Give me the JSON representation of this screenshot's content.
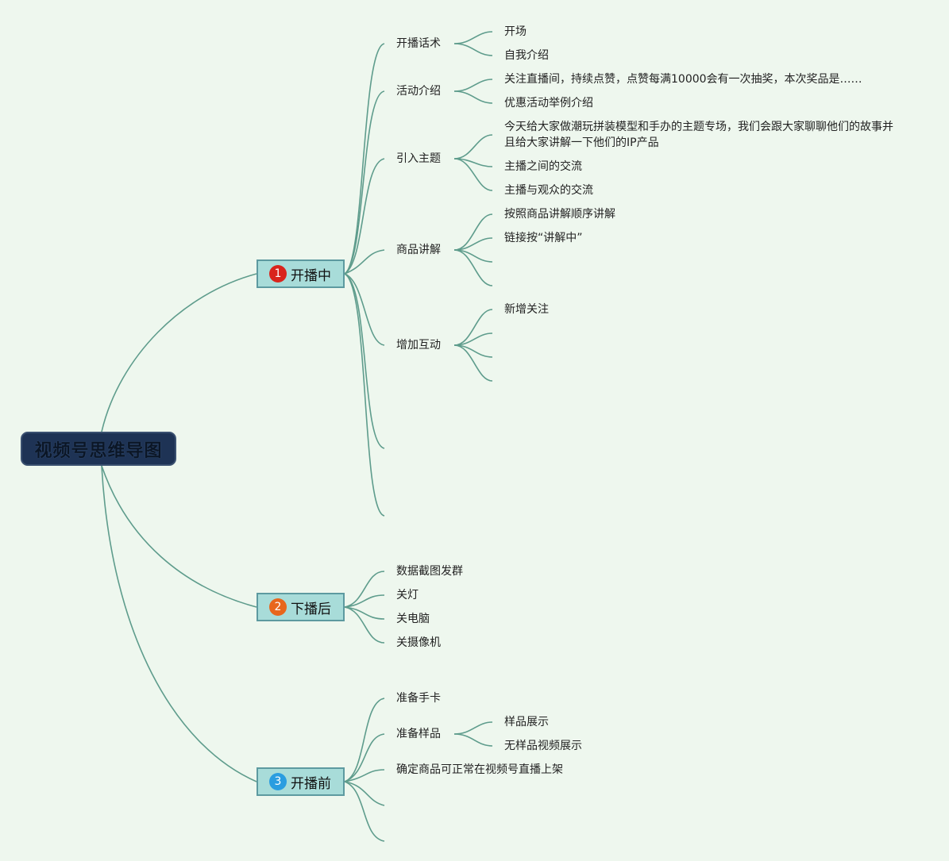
{
  "root": {
    "title": "视频号思维导图"
  },
  "branches": [
    {
      "badge": "1",
      "badge_color": "#d9241c",
      "label": "开播中",
      "children": [
        {
          "label": "开播话术",
          "children": [
            "开场",
            "自我介绍"
          ]
        },
        {
          "label": "活动介绍",
          "children": [
            "关注直播间，持续点赞，点赞每满10000会有一次抽奖，本次奖品是……",
            "优惠活动举例介绍"
          ]
        },
        {
          "label": "引入主题",
          "children": [
            "今天给大家做潮玩拼装模型和手办的主题专场，我们会跟大家聊聊他们的故事并且给大家讲解一下他们的IP产品",
            "主播之间的交流",
            "主播与观众的交流"
          ]
        },
        {
          "label": "商品讲解",
          "children": [
            "按照商品讲解顺序讲解",
            "链接按“讲解中”"
          ]
        },
        {
          "label": "增加互动",
          "children": [
            "新增关注"
          ]
        }
      ]
    },
    {
      "badge": "2",
      "badge_color": "#e8661c",
      "label": "下播后",
      "children": [
        {
          "label": "数据截图发群"
        },
        {
          "label": "关灯"
        },
        {
          "label": "关电脑"
        },
        {
          "label": "关摄像机"
        }
      ]
    },
    {
      "badge": "3",
      "badge_color": "#2a9de0",
      "label": "开播前",
      "children": [
        {
          "label": "准备手卡"
        },
        {
          "label": "准备样品",
          "children": [
            "样品展示",
            "无样品视频展示"
          ]
        },
        {
          "label": "确定商品可正常在视频号直播上架"
        }
      ]
    }
  ],
  "colors": {
    "line": "#5e9c8c",
    "background": "#eef7ee",
    "root": "#1e3355",
    "branch": "#a8dcd9"
  }
}
